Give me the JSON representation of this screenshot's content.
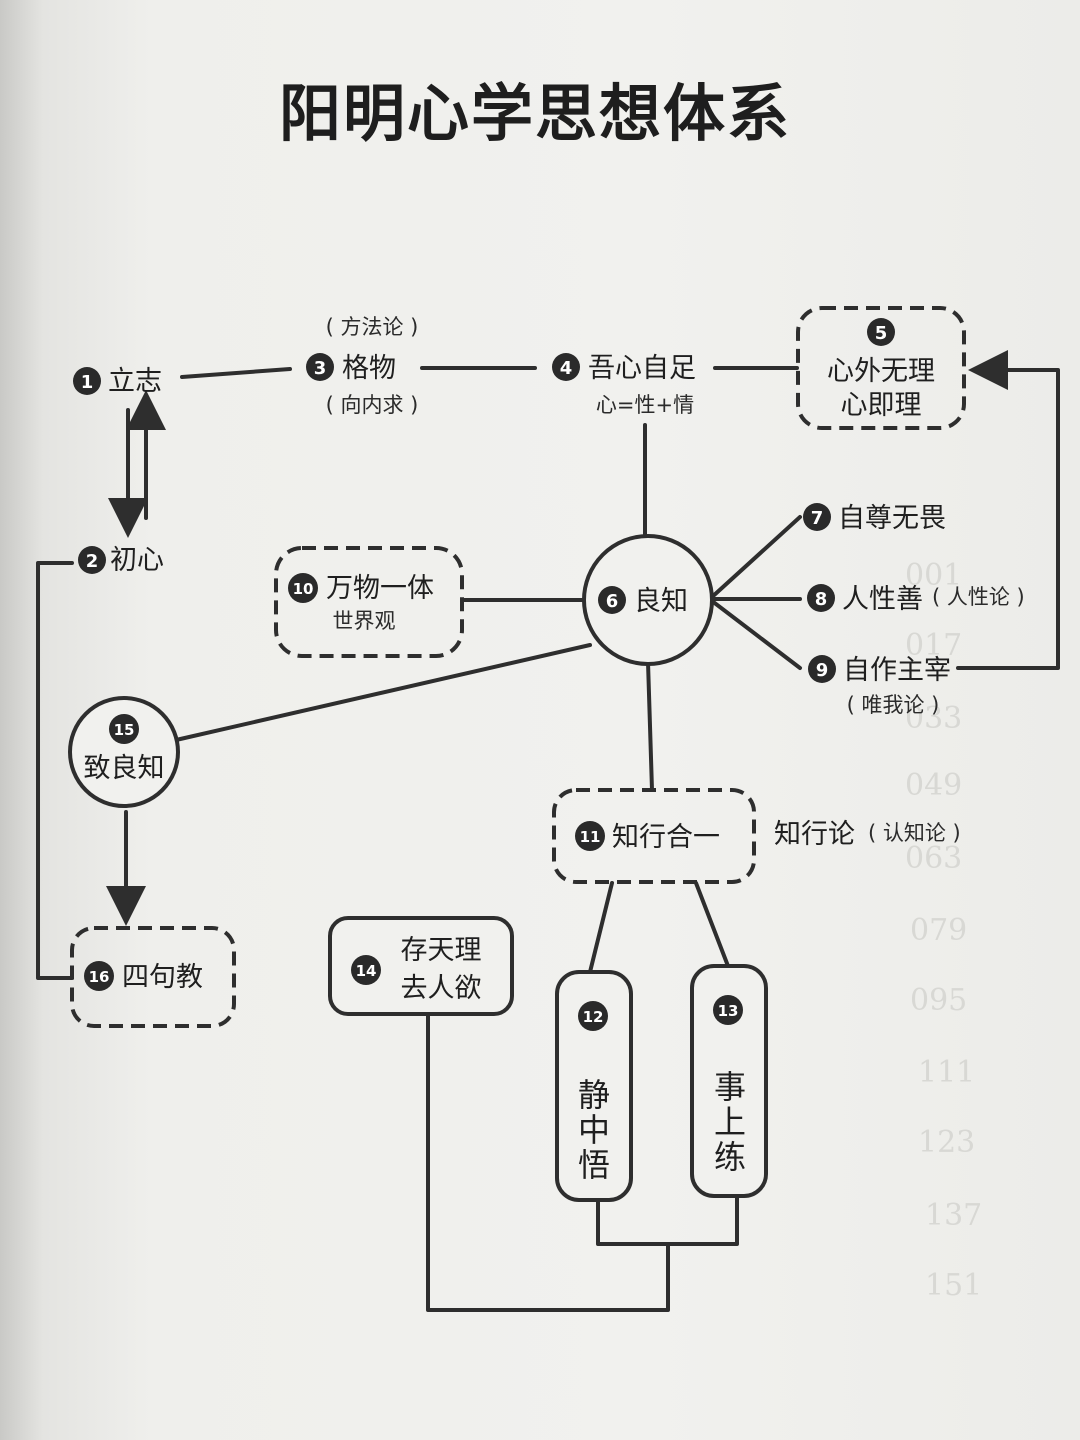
{
  "title": "阳明心学思想体系",
  "nodes": {
    "n1": {
      "num": "1",
      "label": "立志"
    },
    "n2": {
      "num": "2",
      "label": "初心"
    },
    "n3": {
      "num": "3",
      "label": "格物",
      "note_top": "( 方法论 )",
      "note_bottom": "( 向内求 )"
    },
    "n4": {
      "num": "4",
      "label": "吾心自足",
      "note": "心=性+情"
    },
    "n5": {
      "num": "5",
      "line1": "心外无理",
      "line2": "心即理"
    },
    "n6": {
      "num": "6",
      "label": "良知"
    },
    "n7": {
      "num": "7",
      "label": "自尊无畏"
    },
    "n8": {
      "num": "8",
      "label": "人性善",
      "note": "( 人性论 )"
    },
    "n9": {
      "num": "9",
      "label": "自作主宰",
      "note": "( 唯我论 )"
    },
    "n10": {
      "num": "10",
      "label": "万物一体",
      "note": "世界观"
    },
    "n11": {
      "num": "11",
      "label": "知行合一",
      "side_label": "知行论",
      "side_note": "( 认知论 )"
    },
    "n12": {
      "num": "12",
      "chars": [
        "静",
        "中",
        "悟"
      ]
    },
    "n13": {
      "num": "13",
      "chars": [
        "事",
        "上",
        "练"
      ]
    },
    "n14": {
      "num": "14",
      "line1": "存天理",
      "line2": "去人欲"
    },
    "n15": {
      "num": "15",
      "label": "致良知"
    },
    "n16": {
      "num": "16",
      "label": "四句教"
    }
  },
  "bleed_through": {
    "page_numbers": [
      "001",
      "017",
      "033",
      "049",
      "063",
      "079",
      "095",
      "111",
      "123",
      "137",
      "151"
    ]
  },
  "colors": {
    "ink": "#2e2e2e",
    "paper": "#f1f1ee"
  }
}
